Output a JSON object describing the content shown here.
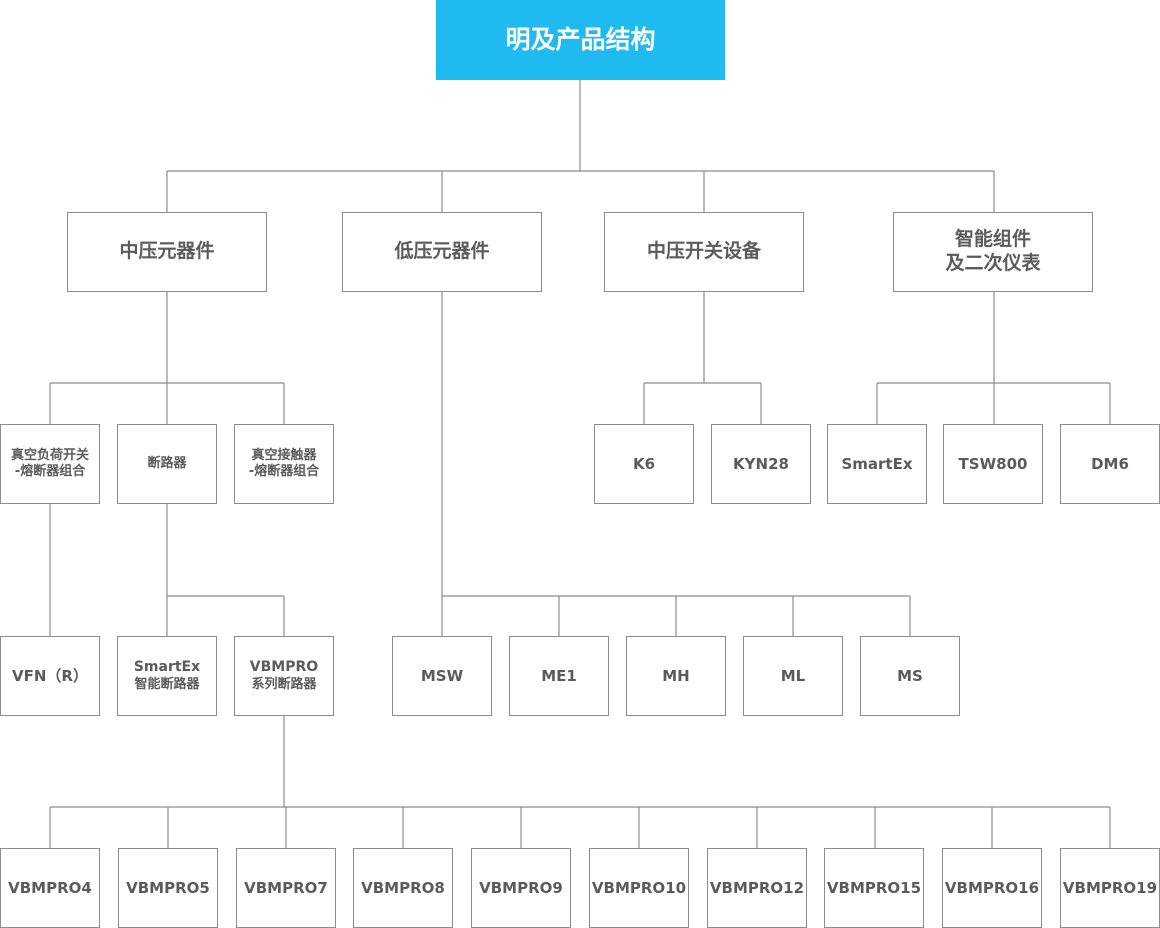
{
  "root": {
    "title": "明及产品结构"
  },
  "categories": [
    {
      "lines": [
        "中压元器件"
      ]
    },
    {
      "lines": [
        "低压元器件"
      ]
    },
    {
      "lines": [
        "中压开关设备"
      ]
    },
    {
      "lines": [
        "智能组件",
        "及二次仪表"
      ]
    }
  ],
  "mv_components": [
    {
      "lines": [
        "真空负荷开关",
        "-熔断器组合"
      ]
    },
    {
      "lines": [
        "断路器"
      ]
    },
    {
      "lines": [
        "真空接触器",
        "-熔断器组合"
      ]
    }
  ],
  "mv_switchgear": [
    {
      "lines": [
        "K6"
      ]
    },
    {
      "lines": [
        "KYN28"
      ]
    }
  ],
  "smart_components": [
    {
      "lines": [
        "SmartEx"
      ]
    },
    {
      "lines": [
        "TSW800"
      ]
    },
    {
      "lines": [
        "DM6"
      ]
    }
  ],
  "load_switch_products": [
    {
      "lines": [
        "VFN（R）"
      ]
    }
  ],
  "breaker_products": [
    {
      "lines": [
        "SmartEx",
        "智能断路器"
      ]
    },
    {
      "lines": [
        "VBMPRO",
        "系列断路器"
      ]
    }
  ],
  "lv_components": [
    {
      "lines": [
        "MSW"
      ]
    },
    {
      "lines": [
        "ME1"
      ]
    },
    {
      "lines": [
        "MH"
      ]
    },
    {
      "lines": [
        "ML"
      ]
    },
    {
      "lines": [
        "MS"
      ]
    }
  ],
  "vbmpro_series": [
    {
      "lines": [
        "VBMPRO4"
      ]
    },
    {
      "lines": [
        "VBMPRO5"
      ]
    },
    {
      "lines": [
        "VBMPRO7"
      ]
    },
    {
      "lines": [
        "VBMPRO8"
      ]
    },
    {
      "lines": [
        "VBMPRO9"
      ]
    },
    {
      "lines": [
        "VBMPRO10"
      ]
    },
    {
      "lines": [
        "VBMPRO12"
      ]
    },
    {
      "lines": [
        "VBMPRO15"
      ]
    },
    {
      "lines": [
        "VBMPRO16"
      ]
    },
    {
      "lines": [
        "VBMPRO19"
      ]
    }
  ],
  "colors": {
    "root_fill": "#1fbaf0",
    "line": "#8c8c8c",
    "text": "#5b5b5b"
  }
}
